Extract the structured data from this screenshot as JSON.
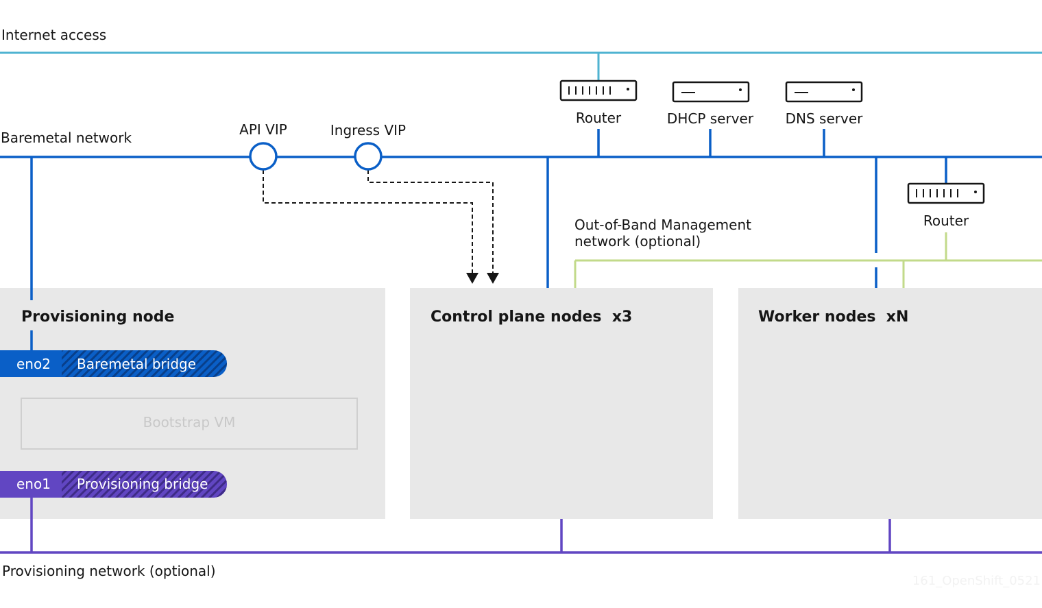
{
  "networks": {
    "internet": "Internet access",
    "baremetal": "Baremetal network",
    "oob": [
      "Out-of-Band Management",
      "network (optional)"
    ],
    "provisioning": "Provisioning network (optional)"
  },
  "vips": {
    "api": "API VIP",
    "ingress": "Ingress VIP"
  },
  "devices": {
    "router_top": "Router",
    "dhcp": "DHCP server",
    "dns": "DNS server",
    "router_oob": "Router"
  },
  "nodes": {
    "provisioning": "Provisioning node",
    "control": "Control plane nodes  x3",
    "worker": "Worker nodes  xN"
  },
  "interfaces": {
    "eno2": "eno2",
    "baremetal_bridge": "Baremetal bridge",
    "bootstrap": "Bootstrap VM",
    "eno1": "eno1",
    "provisioning_bridge": "Provisioning bridge"
  },
  "watermark": "161_OpenShift_0521",
  "colors": {
    "internet": "#4fb3d1",
    "baremetal": "#0a5fc7",
    "oob": "#c2da8a",
    "provisioning": "#6146c2",
    "node_fill": "#e8e8e8"
  }
}
